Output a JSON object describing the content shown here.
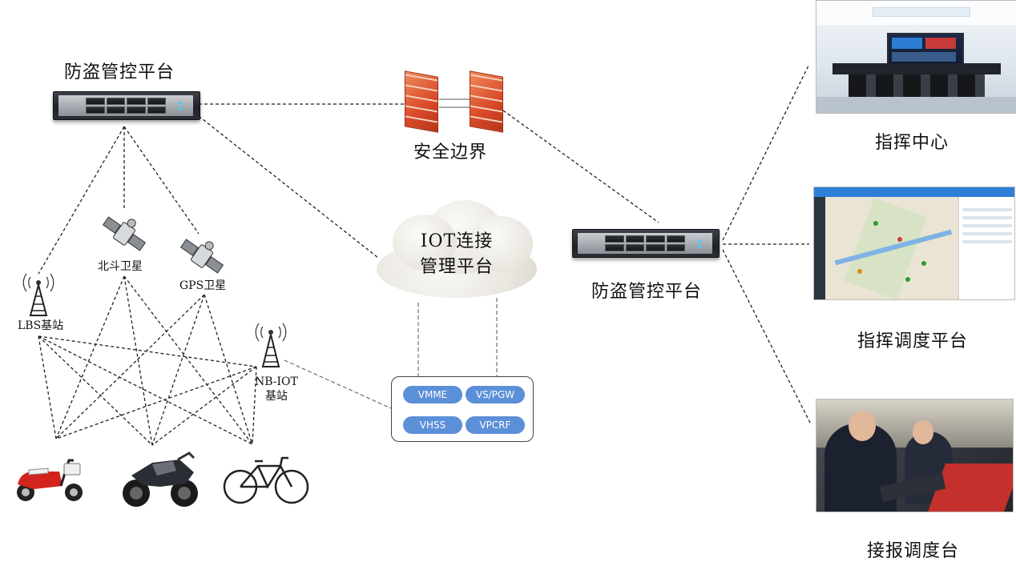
{
  "labels": {
    "platform_left": "防盗管控平台",
    "security_boundary": "安全边界",
    "iot_line1": "IOT连接",
    "iot_line2": "管理平台",
    "platform_right": "防盗管控平台",
    "command_center": "指挥中心",
    "dispatch_platform": "指挥调度平台",
    "receive_desk": "接报调度台",
    "beidou": "北斗卫星",
    "gps": "GPS卫星",
    "lbs": "LBS基站",
    "nbiot_line1": "NB-IOT",
    "nbiot_line2": "基站"
  },
  "core_network": [
    "VMME",
    "VS/PGW",
    "VHSS",
    "VPCRF"
  ],
  "vehicles": [
    "electric-scooter",
    "motorcycle",
    "bicycle"
  ],
  "colors": {
    "pill": "#5b8fd8",
    "firewall": "#d8482a",
    "line": "#222222"
  }
}
